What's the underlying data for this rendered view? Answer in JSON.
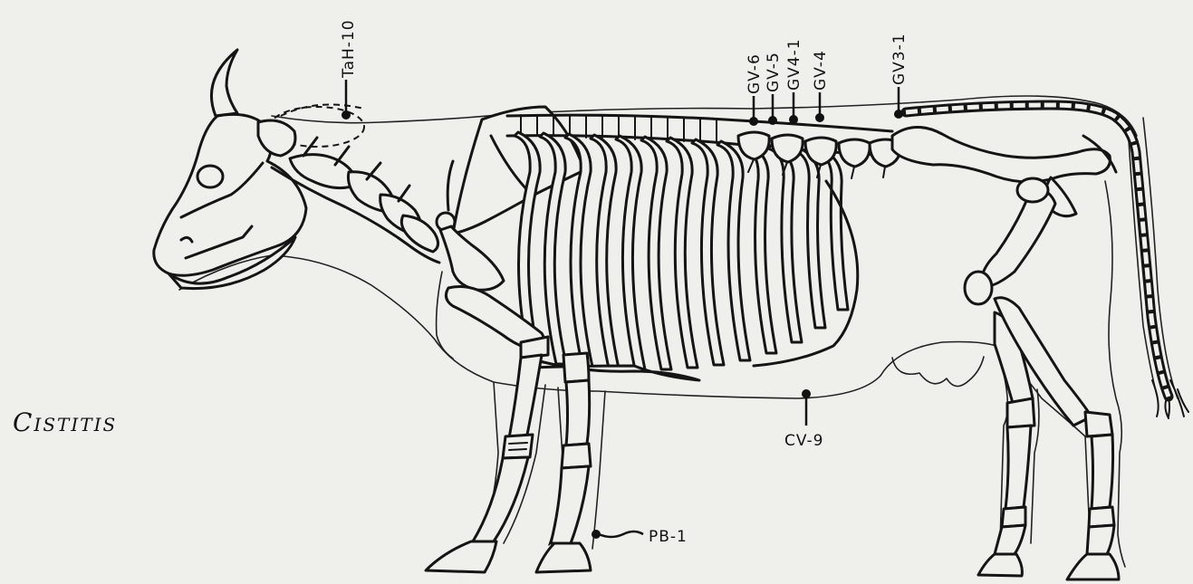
{
  "title": "Cistitis",
  "points": {
    "tah10": "TaH-10",
    "gv6": "GV-6",
    "gv5": "GV-5",
    "gv41": "GV4-1",
    "gv4": "GV-4",
    "gv31": "GV3-1",
    "cv9": "CV-9",
    "pb1": "PB-1"
  }
}
